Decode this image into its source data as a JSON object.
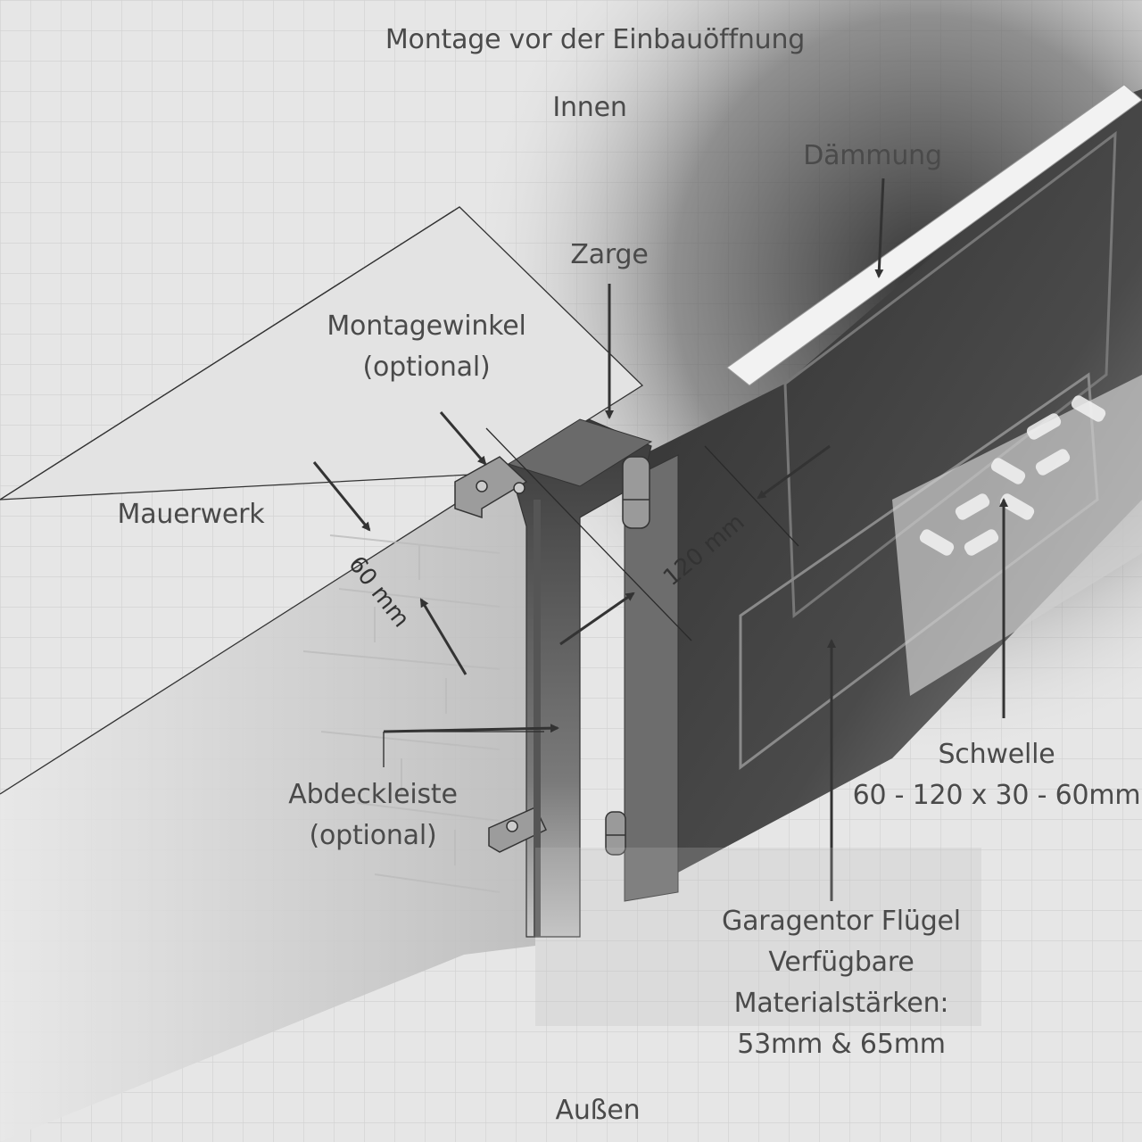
{
  "labels": {
    "title": "Montage vor der Einbauöffnung",
    "inside": "Innen",
    "outside": "Außen",
    "insulation": "Dämmung",
    "frame": "Zarge",
    "bracket_line1": "Montagewinkel",
    "bracket_line2": "(optional)",
    "masonry": "Mauerwerk",
    "cover_line1": "Abdeckleiste",
    "cover_line2": "(optional)",
    "sill_line1": "Schwelle",
    "sill_line2": "60 - 120 x 30 - 60mm",
    "leaf_line1": "Garagentor Flügel",
    "leaf_line2": "Verfügbare",
    "leaf_line3": "Materialstärken:",
    "leaf_line4": "53mm & 65mm"
  },
  "dimensions": {
    "wall_depth": "60 mm",
    "frame_width": "120 mm"
  },
  "colors": {
    "background": "#e6e6e6",
    "grid": "#d0d0d0",
    "label_text": "#4a4a4a",
    "dark_surface": "#3a3a3a",
    "arrow": "#333333"
  }
}
